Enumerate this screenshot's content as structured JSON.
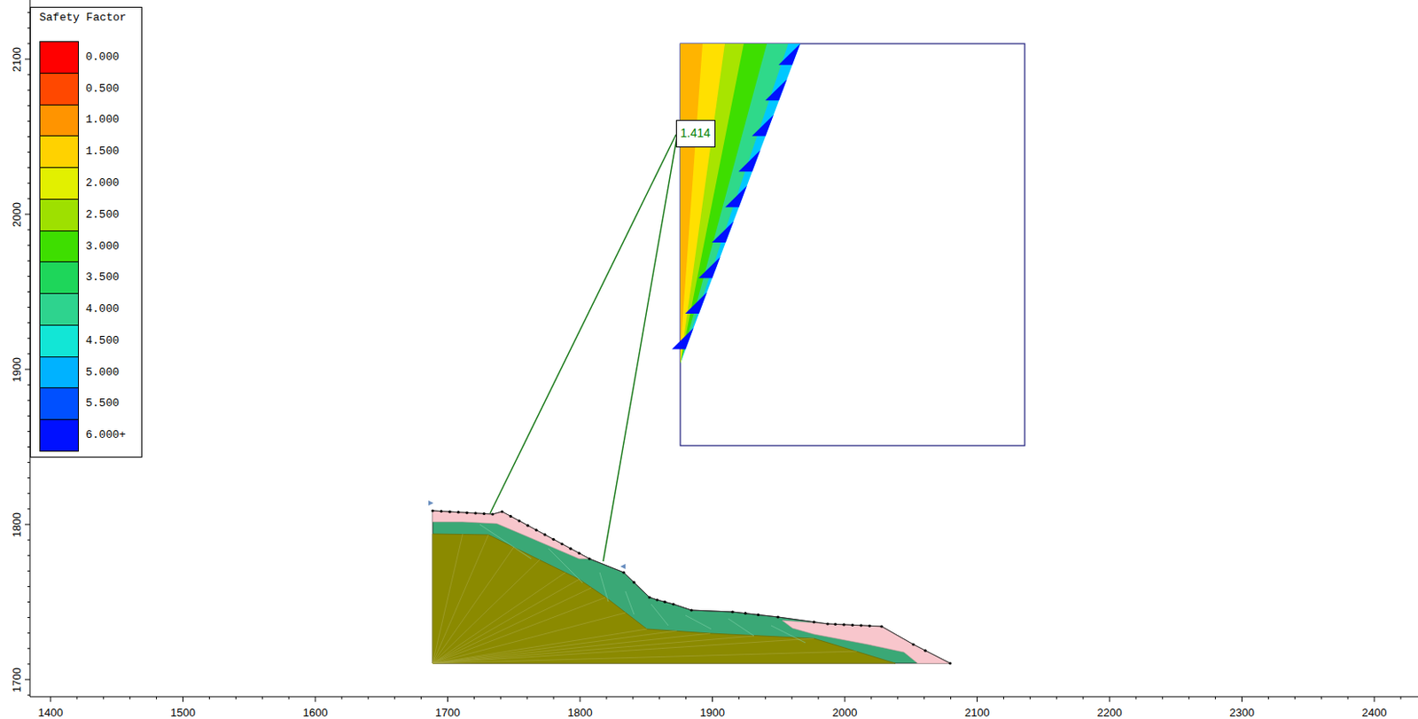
{
  "diagram": {
    "nodes": [
      {
        "text": [
          "1.414"
        ]
      }
    ],
    "labels": [
      "Safety Factor",
      "2100",
      "2000",
      "1900",
      "1800",
      "1700",
      "1400",
      "1500",
      "1600",
      "1700",
      "1800",
      "1900",
      "2000",
      "2100",
      "2200",
      "2300",
      "2400"
    ],
    "legend": [
      {
        "text": "0.000",
        "color": "#ff0000"
      },
      {
        "text": "0.500",
        "color": "#ff4800"
      },
      {
        "text": "1.000",
        "color": "#ff9400"
      },
      {
        "text": "1.500",
        "color": "#ffd200"
      },
      {
        "text": "2.000",
        "color": "#e2f000"
      },
      {
        "text": "2.500",
        "color": "#9ee000"
      },
      {
        "text": "3.000",
        "color": "#3ede00"
      },
      {
        "text": "3.500",
        "color": "#1ed65a"
      },
      {
        "text": "4.000",
        "color": "#2ed38e"
      },
      {
        "text": "4.500",
        "color": "#12e6d6"
      },
      {
        "text": "5.000",
        "color": "#00b2ff"
      },
      {
        "text": "5.500",
        "color": "#0050ff"
      },
      {
        "text": "6.000+",
        "color": "#0010ff"
      }
    ]
  }
}
